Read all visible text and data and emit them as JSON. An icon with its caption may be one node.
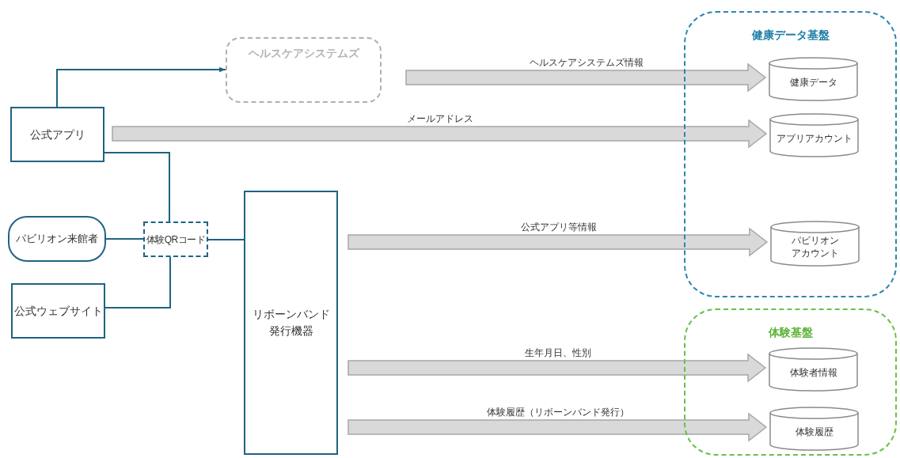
{
  "diagram": {
    "nodes": [
      {
        "text": [
          "ヘルスケアシステムズ"
        ]
      },
      {
        "text": [
          "公式アプリ"
        ]
      },
      {
        "text": [
          "パビリオン来館者"
        ]
      },
      {
        "text": [
          "体験QRコード"
        ]
      },
      {
        "text": [
          "公式ウェブサイト"
        ]
      },
      {
        "text": [
          "リボーンバンド発行機器"
        ]
      },
      {
        "text": [
          "健康データ基盤"
        ]
      },
      {
        "text": [
          "健康データ"
        ],
        "in": 6
      },
      {
        "text": [
          "アプリアカウント"
        ],
        "in": 6
      },
      {
        "text": [
          "パビリオンアカウント"
        ],
        "in": 6
      },
      {
        "text": [
          "体験基盤"
        ]
      },
      {
        "text": [
          "体験者情報"
        ],
        "in": 10
      },
      {
        "text": [
          "体験履歴"
        ],
        "in": 10
      }
    ],
    "edges": [
      {
        "from": 1,
        "to": 0,
        "arrow": "to"
      },
      {
        "from": 1,
        "to": 3,
        "arrow": "none"
      },
      {
        "from": 2,
        "to": 3,
        "arrow": "none"
      },
      {
        "from": 4,
        "to": 3,
        "arrow": "none"
      },
      {
        "from": 3,
        "to": 5,
        "arrow": "none"
      },
      {
        "from": 0,
        "to": 7,
        "arrow": "to",
        "label": "ヘルスケアシステムズ情報",
        "style": "thick",
        "color": "#d9d9d9"
      },
      {
        "from": 1,
        "to": 8,
        "arrow": "to",
        "label": "メールアドレス",
        "style": "thick",
        "color": "#d9d9d9"
      },
      {
        "from": 5,
        "to": 9,
        "arrow": "to",
        "label": "公式アプリ等情報",
        "style": "thick",
        "color": "#d9d9d9"
      },
      {
        "from": 5,
        "to": 11,
        "arrow": "to",
        "label": "生年月日、性別",
        "style": "thick",
        "color": "#d9d9d9"
      },
      {
        "from": 5,
        "to": 12,
        "arrow": "to",
        "label": "体験履歴（リボーンバンド発行）",
        "style": "thick",
        "color": "#d9d9d9"
      }
    ]
  }
}
